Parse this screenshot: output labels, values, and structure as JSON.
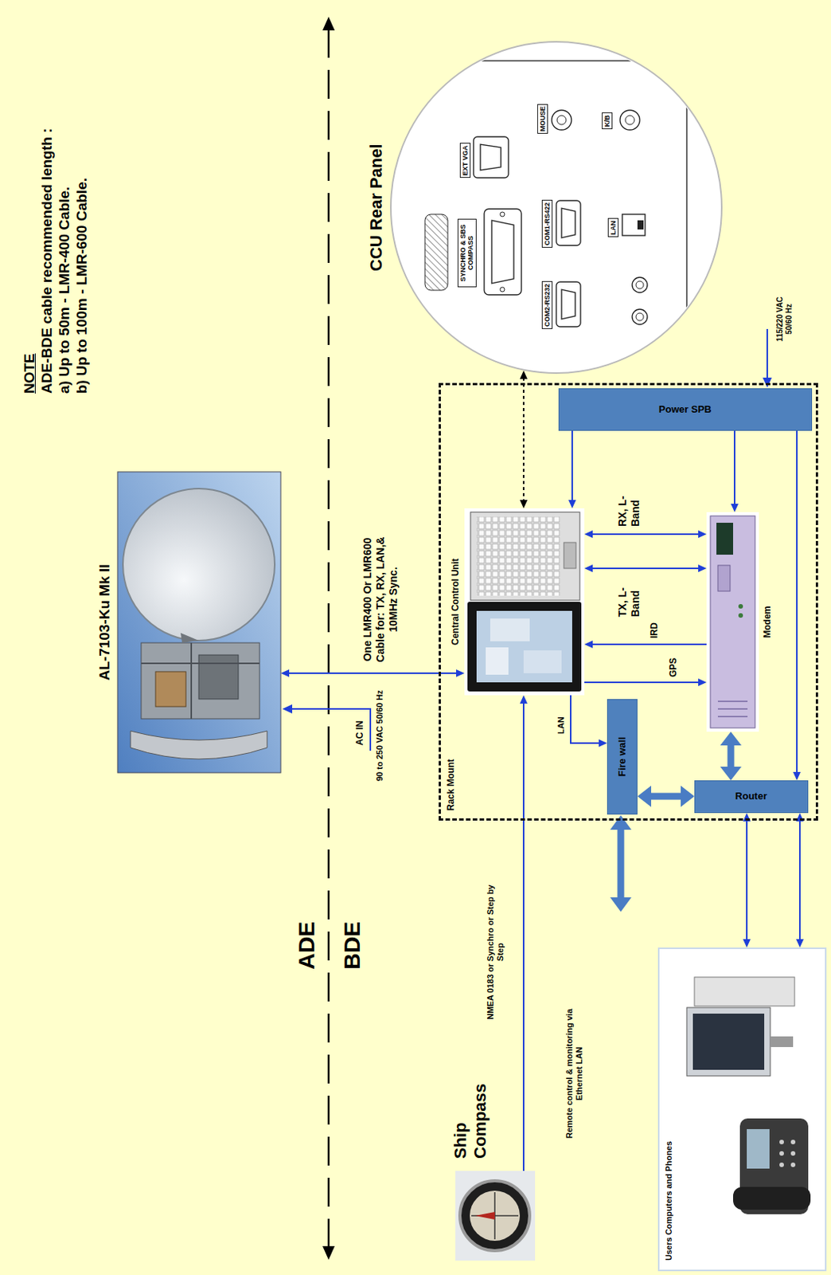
{
  "diagram": {
    "nodes": [
      {
        "text": [
          "AL-7103-Ku Mk II"
        ]
      },
      {
        "text": [
          "CCU Rear Panel"
        ]
      },
      {
        "text": [
          "Rack Mount"
        ]
      },
      {
        "text": [
          "Central Control Unit"
        ],
        "in": 2
      },
      {
        "text": [
          "Power SPB"
        ],
        "in": 2
      },
      {
        "text": [
          "Modem"
        ],
        "in": 2
      },
      {
        "text": [
          "Fire wall"
        ],
        "in": 2
      },
      {
        "text": [
          "Router"
        ],
        "in": 2
      },
      {
        "text": [
          "Ship Compass"
        ]
      },
      {
        "text": [
          "Users Computers and Phones"
        ]
      }
    ],
    "edges": [
      {
        "from": 0,
        "to": 3,
        "arrow": "both",
        "label": "One LMR400 Or LMR600 Cable for: TX, RX, LAN,& 10MHz Sync."
      },
      {
        "from": 1,
        "to": 3,
        "arrow": "both"
      },
      {
        "from": 3,
        "to": 5,
        "arrow": "both",
        "label": "RX, L-Band"
      },
      {
        "from": 3,
        "to": 5,
        "arrow": "both",
        "label": "TX, L-Band"
      },
      {
        "from": 5,
        "to": 3,
        "arrow": "to",
        "label": "IRD"
      },
      {
        "from": 3,
        "to": 5,
        "arrow": "to",
        "label": "GPS"
      },
      {
        "from": 4,
        "to": 3,
        "arrow": "to"
      },
      {
        "from": 4,
        "to": 5,
        "arrow": "to"
      },
      {
        "from": 4,
        "to": 7,
        "arrow": "to"
      },
      {
        "from": 8,
        "to": 3,
        "arrow": "to",
        "label": "NMEA 0183 or Synchro or Step by Step"
      },
      {
        "from": 3,
        "to": 6,
        "arrow": "to",
        "label": "LAN"
      },
      {
        "from": 6,
        "to": 7,
        "arrow": "both"
      },
      {
        "from": 5,
        "to": 7,
        "arrow": "both"
      },
      {
        "from": 7,
        "to": 9,
        "arrow": "both"
      },
      {
        "from": 7,
        "to": 9,
        "arrow": "both"
      }
    ],
    "labels": [
      "NOTE",
      "ADE-BDE cable recommended length :",
      "a) Up to 50m - LMR-400 Cable.",
      "b) Up to 100m - LMR-600 Cable.",
      "ADE",
      "BDE",
      "AC IN",
      "90 to 250 VAC 50/60 Hz",
      "SYNCHRO & SBS COMPASS",
      "EXT VGA",
      "COM1-RS422",
      "COM2-RS232",
      "LAN",
      "MOUSE",
      "K/B",
      "115/220 VAC 50/60 Hz",
      "Remote control & monitoring via Ethernet LAN"
    ]
  }
}
